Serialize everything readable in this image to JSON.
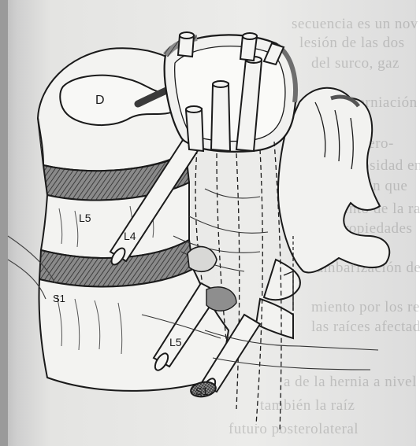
{
  "labels": {
    "disc": "D",
    "vertebra_l5": "L5",
    "root_l4": "L4",
    "vertebra_s1": "S1",
    "root_l5": "L5",
    "root_s1": "S1"
  },
  "bleed_through_text": [
    "secuencia es un nov",
    "lesión de las dos",
    "del surco, gaz",
    "que, la herniación",
    "hernias póstero-",
    "una nudosidad en el",
    "la herniación que",
    "elemento de la raíz",
    "sus propiedades",
    "lumbarización de",
    "miento por los rebordes",
    "las raíces afectadas",
    "a de la hernia a nivel",
    "también la raíz",
    "futuro posterolateral"
  ],
  "colors": {
    "ink": "#1a1a1a",
    "shade": "#6e6e6e",
    "arrow": "#3a3a3a",
    "paper": "#ececea"
  }
}
